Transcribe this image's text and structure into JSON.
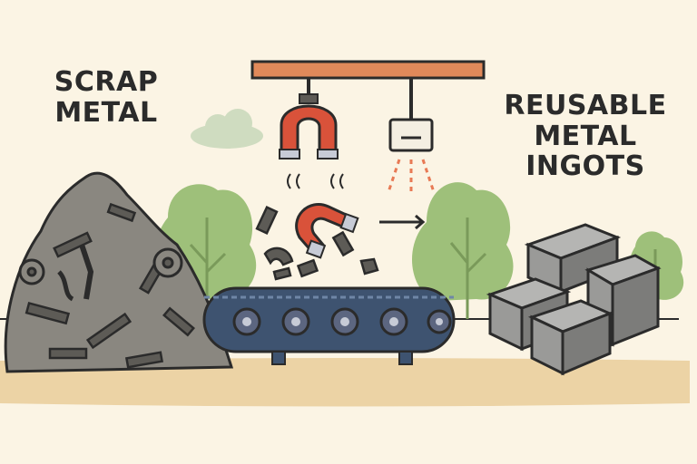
{
  "left_label": {
    "lines": [
      "SCRAP",
      "METAL"
    ]
  },
  "right_label": {
    "lines": [
      "REUSABLE",
      "METAL",
      "INGOTS"
    ]
  },
  "colors": {
    "background": "#fbf4e4",
    "ground": "#ecd3a5",
    "scrap_gray": "#8a8780",
    "scrap_dark": "#5d5b56",
    "belt": "#3e5370",
    "roller": "#5c6680",
    "magnet_red": "#d9523a",
    "overhead_beam": "#e0895a",
    "tree_green": "#9ec07a",
    "ingot_gray": "#9a9a98",
    "spray_orange": "#e87a55",
    "outline": "#2b2b2b"
  },
  "icons": [
    "scrap-pile",
    "tree",
    "cloud",
    "conveyor-belt",
    "magnet",
    "sprayer",
    "arrow-right",
    "metal-ingot"
  ]
}
